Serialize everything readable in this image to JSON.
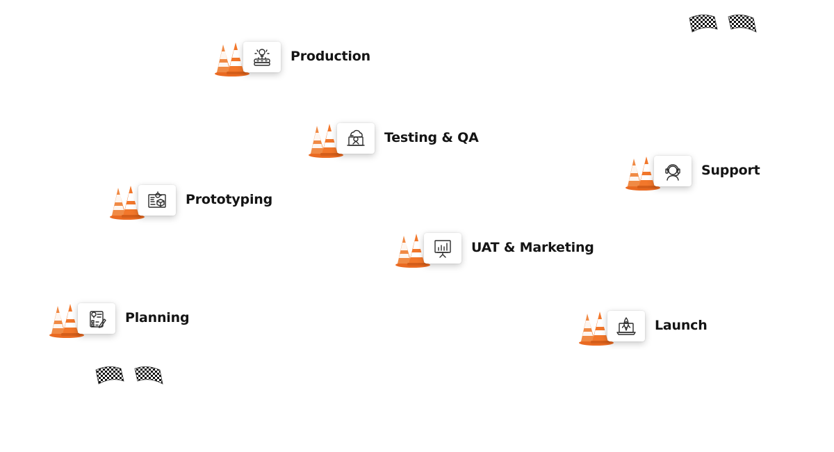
{
  "milestones": [
    {
      "id": "planning",
      "label": "Planning",
      "icon": "planning-icon"
    },
    {
      "id": "prototyping",
      "label": "Prototyping",
      "icon": "prototyping-icon"
    },
    {
      "id": "production",
      "label": "Production",
      "icon": "production-icon"
    },
    {
      "id": "testing",
      "label": "Testing & QA",
      "icon": "testing-qa-icon"
    },
    {
      "id": "uat",
      "label": "UAT & Marketing",
      "icon": "uat-marketing-icon"
    },
    {
      "id": "launch",
      "label": "Launch",
      "icon": "launch-icon"
    },
    {
      "id": "support",
      "label": "Support",
      "icon": "support-icon"
    }
  ],
  "markers": {
    "start_flags": "checkered-flags-icon",
    "finish_flags": "checkered-flags-icon",
    "cone": "traffic-cone-icon"
  },
  "colors": {
    "cone_orange": "#f2772b",
    "cone_stripe": "#ffffff",
    "text": "#141414",
    "icon_stroke": "#2b2b2b"
  }
}
